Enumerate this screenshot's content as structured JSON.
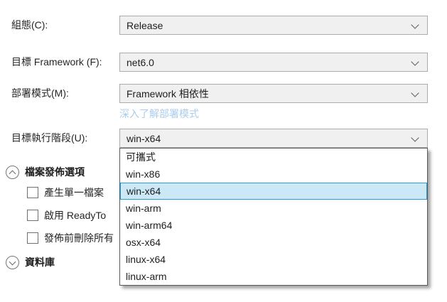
{
  "form": {
    "configuration": {
      "label": "組態(C):",
      "value": "Release"
    },
    "target_framework": {
      "label": "目標 Framework (F):",
      "value": "net6.0"
    },
    "deployment_mode": {
      "label": "部署模式(M):",
      "value": "Framework 相依性",
      "link": "深入了解部署模式"
    },
    "target_runtime": {
      "label": "目標執行階段(U):",
      "value": "win-x64"
    }
  },
  "runtime_dropdown": {
    "options": [
      "可攜式",
      "win-x86",
      "win-x64",
      "win-arm",
      "win-arm64",
      "osx-x64",
      "linux-x64",
      "linux-arm"
    ],
    "selected": "win-x64",
    "selected_index": 2
  },
  "sections": {
    "file_publish_options": {
      "title": "檔案發佈選項",
      "expanded": true,
      "checkboxes": [
        {
          "label": "產生單一檔案",
          "checked": false
        },
        {
          "label": "啟用 ReadyTo",
          "checked": false
        },
        {
          "label": "發佈前刪除所有",
          "checked": false
        }
      ]
    },
    "database": {
      "title": "資料庫",
      "expanded": false
    }
  },
  "colors": {
    "combobox_bg": "#F0F0F0",
    "combobox_border": "#ACACAC",
    "dropdown_border": "#5A5A5A",
    "highlight_bg": "#CBE8F6",
    "highlight_border": "#26A0DA",
    "link": "#A9CDEE",
    "text": "#1E1E1E"
  }
}
